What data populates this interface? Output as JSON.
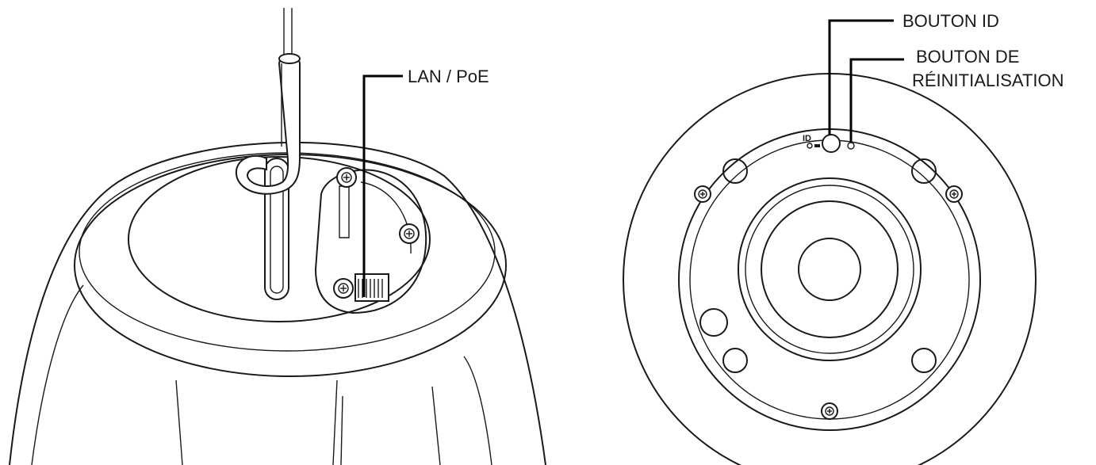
{
  "callouts": {
    "lan_poe": "LAN / PoE",
    "id_button": "BOUTON ID",
    "reset_button_line1": "BOUTON DE",
    "reset_button_line2": "RÉINITIALISATION"
  },
  "panel_marks": {
    "id_mark": "ID"
  }
}
